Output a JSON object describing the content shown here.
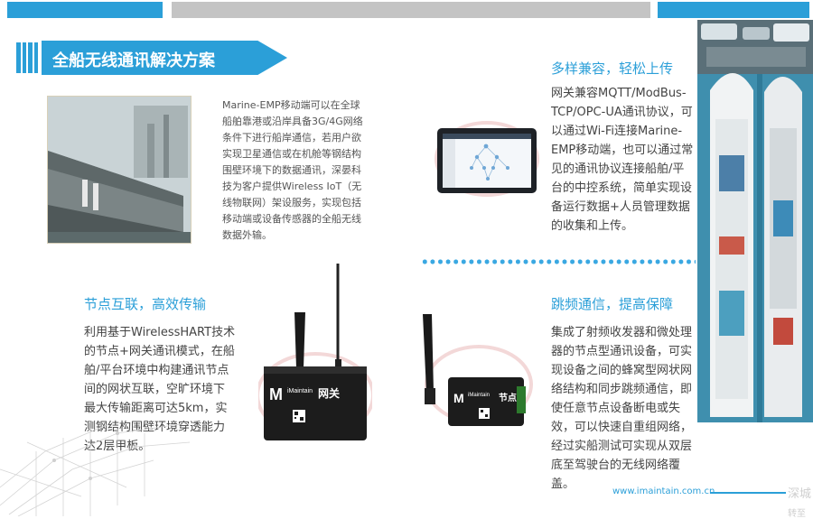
{
  "colors": {
    "accent": "#2b9fd8",
    "bar_gray": "#c4c4c4"
  },
  "heading": {
    "title": "全船无线通讯解决方案"
  },
  "intro": {
    "text": "Marine-EMP移动端可以在全球船舶靠港或沿岸具备3G/4G网络条件下进行船岸通信，若用户欲实现卫星通信或在机舱等钢结构围壁环境下的数据通讯，深晏科技为客户提供Wireless IoT（无线物联网）架设服务，实现包括移动端或设备传感器的全船无线数据外输。"
  },
  "sections": {
    "compat": {
      "title": "多样兼容，轻松上传",
      "body": "网关兼容MQTT/ModBus-TCP/OPC-UA通讯协议，可以通过Wi-Fi连接Marine-EMP移动端，也可以通过常见的通讯协议连接船舶/平台的中控系统，简单实现设备运行数据+人员管理数据的收集和上传。"
    },
    "node": {
      "title": "节点互联，高效传输",
      "body": "利用基于WirelessHART技术的节点+网关通讯模式，在船舶/平台环境中构建通讯节点间的网状互联，空旷环境下最大传输距离可达5km，实测钢结构围壁环境穿透能力达2层甲板。"
    },
    "hop": {
      "title": "跳频通信，提高保障",
      "body": "集成了射频收发器和微处理器的节点型通讯设备，可实现设备之间的蜂窝型网状网络结构和同步跳频通信，即使任意节点设备断电或失效，可以快速自重组网络，经过实船测试可实现从双层底至驾驶台的无线网络覆盖。"
    }
  },
  "devices": {
    "gateway": {
      "brand": "iMaintain",
      "label": "网关"
    },
    "node": {
      "brand": "iMaintain",
      "label": "节点"
    }
  },
  "footer": {
    "url": "www.imaintain.com.cn",
    "faint1": "深城",
    "faint2": "转至"
  }
}
